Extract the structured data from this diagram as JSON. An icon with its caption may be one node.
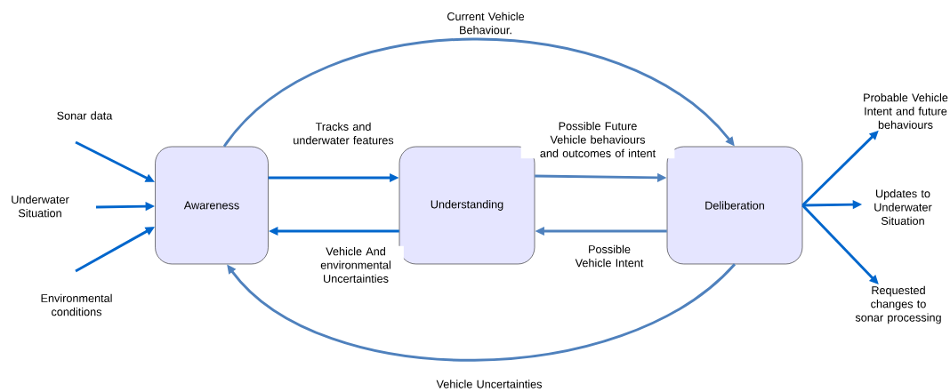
{
  "diagram": {
    "nodes": [
      {
        "text": [
          "Sonar data"
        ]
      },
      {
        "text": [
          "Underwater Situation"
        ]
      },
      {
        "text": [
          "Environmental conditions"
        ]
      },
      {
        "text": [
          "Awareness"
        ]
      },
      {
        "text": [
          "Understanding"
        ]
      },
      {
        "text": [
          "Deliberation"
        ]
      },
      {
        "text": [
          "Probable Vehicle Intent and future behaviours"
        ]
      },
      {
        "text": [
          "Updates to Underwater Situation"
        ]
      },
      {
        "text": [
          "Requested changes to sonar processing"
        ]
      }
    ],
    "edges": [
      {
        "from": 0,
        "to": 3,
        "arrow": "to"
      },
      {
        "from": 1,
        "to": 3,
        "arrow": "to"
      },
      {
        "from": 2,
        "to": 3,
        "arrow": "to"
      },
      {
        "from": 3,
        "to": 4,
        "arrow": "to",
        "label": "Tracks and underwater features"
      },
      {
        "from": 4,
        "to": 3,
        "arrow": "to",
        "label": "Vehicle And environmental Uncertainties"
      },
      {
        "from": 4,
        "to": 5,
        "arrow": "to",
        "label": "Possible Future Vehicle behaviours and outcomes of intent",
        "color": "#4f81bd"
      },
      {
        "from": 5,
        "to": 4,
        "arrow": "to",
        "label": "Possible Vehicle Intent",
        "color": "#4f81bd"
      },
      {
        "from": 3,
        "to": 5,
        "arrow": "to",
        "label": "Current Vehicle Behaviour.",
        "color": "#4f81bd"
      },
      {
        "from": 5,
        "to": 3,
        "arrow": "to",
        "label": "Vehicle Uncertainties",
        "color": "#4f81bd"
      },
      {
        "from": 5,
        "to": 6,
        "arrow": "to"
      },
      {
        "from": 5,
        "to": 7,
        "arrow": "to"
      },
      {
        "from": 5,
        "to": 8,
        "arrow": "to"
      }
    ]
  }
}
